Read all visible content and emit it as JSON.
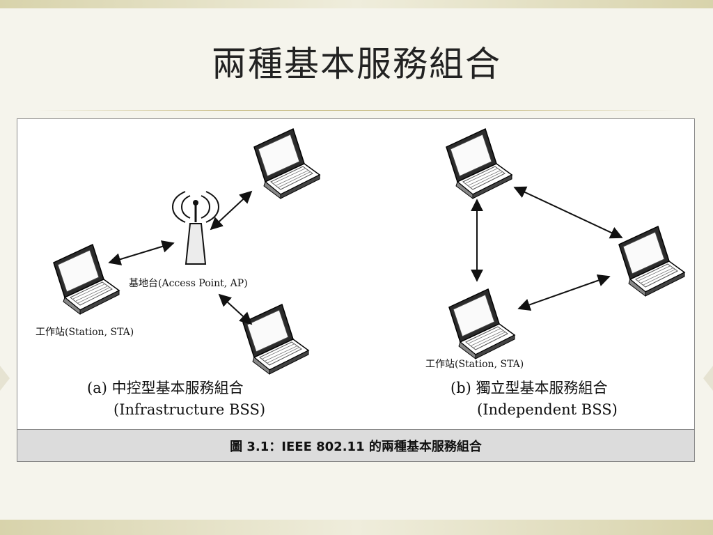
{
  "slide": {
    "title": "兩種基本服務組合"
  },
  "figure": {
    "caption": "圖 3.1：IEEE 802.11 的兩種基本服務組合",
    "left_diagram": {
      "ap_label": "基地台(Access Point, AP)",
      "station_label": "工作站(Station, STA)",
      "subtitle_line1": "(a) 中控型基本服務組合",
      "subtitle_line2": "(Infrastructure BSS)"
    },
    "right_diagram": {
      "station_label": "工作站(Station, STA)",
      "subtitle_line1": "(b) 獨立型基本服務組合",
      "subtitle_line2": "(Independent BSS)"
    }
  },
  "icons": {
    "laptop": "laptop-icon",
    "access_point": "antenna-icon",
    "arrow": "double-arrow"
  },
  "colors": {
    "background": "#f5f4ec",
    "band": "#d8d3ab",
    "caption_bar": "#dcdcdc"
  }
}
